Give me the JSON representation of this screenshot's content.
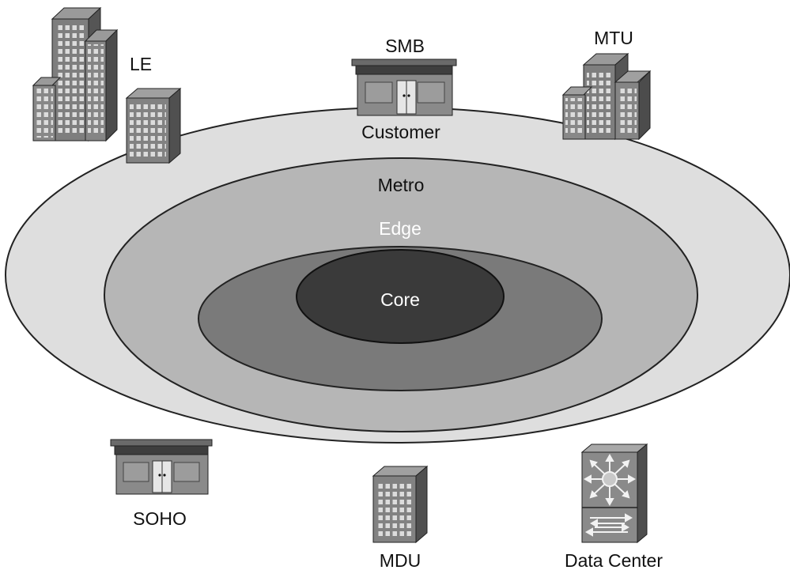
{
  "rings": {
    "customer": "Customer",
    "metro": "Metro",
    "edge": "Edge",
    "core": "Core"
  },
  "sites": {
    "le": "LE",
    "smb": "SMB",
    "mtu": "MTU",
    "soho": "SOHO",
    "mdu": "MDU",
    "data_center": "Data Center"
  }
}
